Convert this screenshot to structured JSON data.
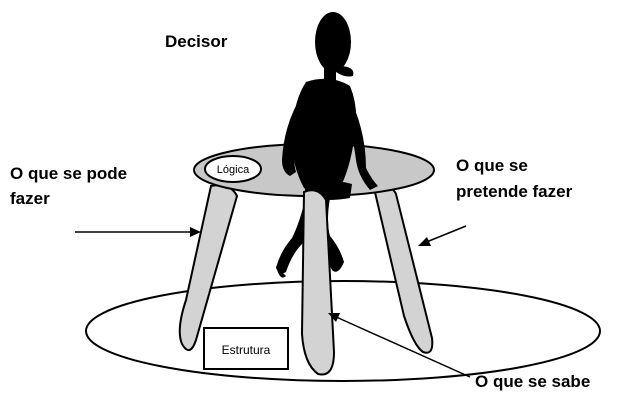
{
  "labels": {
    "decisor": "Decisor",
    "pode_line1": "O que se pode",
    "pode_line2": "fazer",
    "pretende_line1": "O que se",
    "pretende_line2": "pretende fazer",
    "sabe": "O que se sabe",
    "logica": "Lógica",
    "estrutura": "Estrutura"
  },
  "colors": {
    "figure": "#000000",
    "leg_fill": "#d3d3d3",
    "seat_fill": "#c8c8c8",
    "base_fill": "#ffffff",
    "outline": "#000000"
  }
}
